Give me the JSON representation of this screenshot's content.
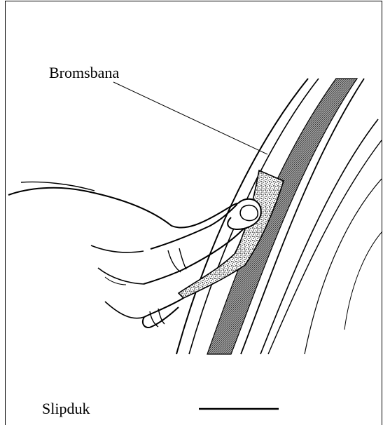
{
  "labels": {
    "brake_track": "Bromsbana",
    "sanding_cloth": "Slipduk"
  },
  "colors": {
    "ink": "#000000",
    "background": "#ffffff",
    "brake_track_fill": "#8a8a8a",
    "sanding_cloth_fill": "#d9d9d9"
  },
  "icons": {
    "hand": "hand-illustration",
    "wheel_rim": "wheel-rim-illustration",
    "sanding_cloth": "sanding-cloth-illustration"
  }
}
